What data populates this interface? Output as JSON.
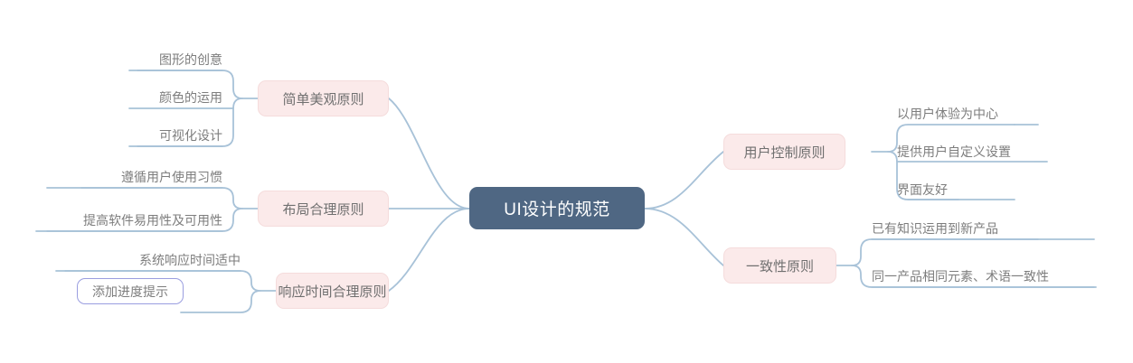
{
  "diagram": {
    "title": "UI设计的规范",
    "type": "mindmap",
    "colors": {
      "root_fill": "#4f6783",
      "root_text": "#ffffff",
      "topic_fill": "#fbeaea",
      "topic_border": "#f5dcdc",
      "topic_text": "#6f6f6f",
      "leaf_text": "#7d7d7d",
      "connector": "#a8c2d8",
      "selection_border": "#9a9ee0",
      "background": "#ffffff"
    }
  },
  "root": {
    "label": "UI设计的规范"
  },
  "branches": [
    {
      "id": "simple-beauty",
      "side": "left",
      "label": "简单美观原则",
      "leaves": [
        {
          "label": "图形的创意",
          "selected": false
        },
        {
          "label": "颜色的运用",
          "selected": false
        },
        {
          "label": "可视化设计",
          "selected": false
        }
      ]
    },
    {
      "id": "layout-reasonable",
      "side": "left",
      "label": "布局合理原则",
      "leaves": [
        {
          "label": "遵循用户使用习惯",
          "selected": false
        },
        {
          "label": "提高软件易用性及可用性",
          "selected": false
        }
      ]
    },
    {
      "id": "response-time",
      "side": "left",
      "label": "响应时间合理原则",
      "leaves": [
        {
          "label": "系统响应时间适中",
          "selected": false
        },
        {
          "label": "添加进度提示",
          "selected": true
        }
      ]
    },
    {
      "id": "user-control",
      "side": "right",
      "label": "用户控制原则",
      "leaves": [
        {
          "label": "以用户体验为中心",
          "selected": false
        },
        {
          "label": "提供用户自定义设置",
          "selected": false
        },
        {
          "label": "界面友好",
          "selected": false
        }
      ]
    },
    {
      "id": "consistency",
      "side": "right",
      "label": "一致性原则",
      "leaves": [
        {
          "label": "已有知识运用到新产品",
          "selected": false
        },
        {
          "label": "同一产品相同元素、术语一致性",
          "selected": false
        }
      ]
    }
  ]
}
